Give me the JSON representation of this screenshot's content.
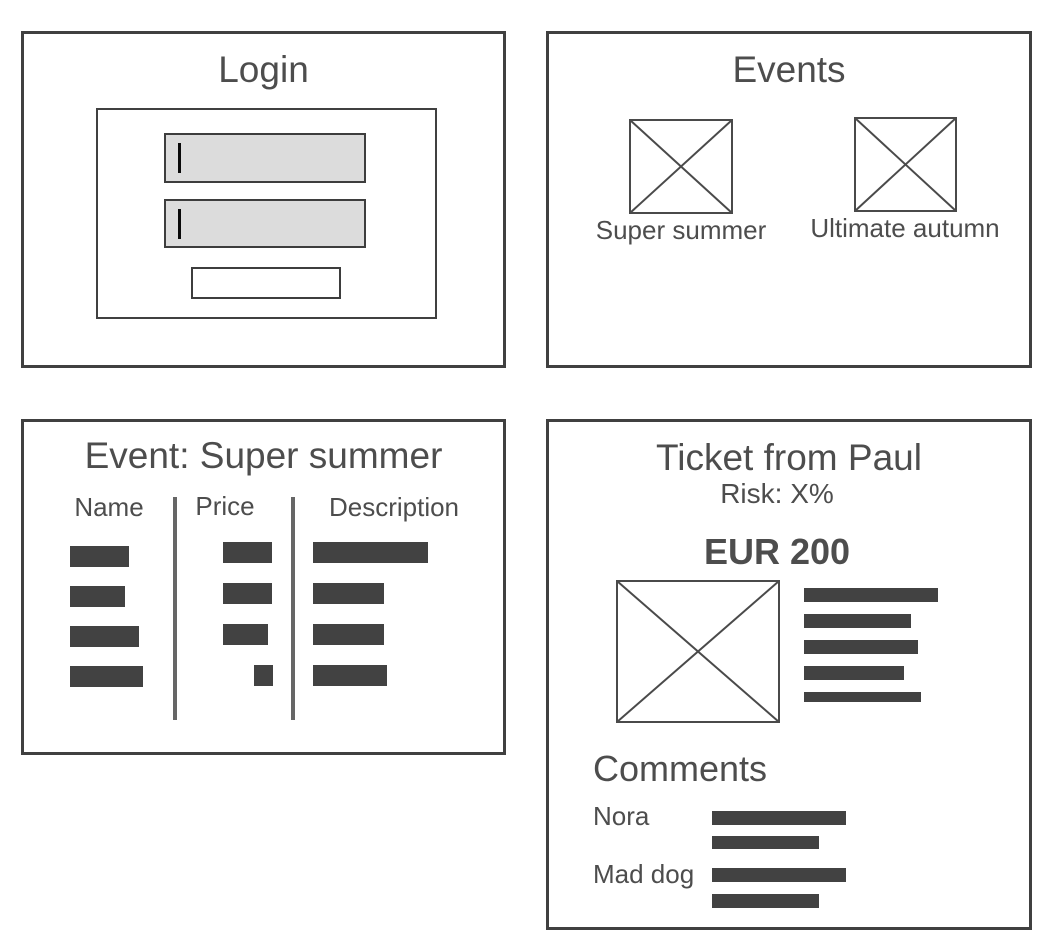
{
  "colors": {
    "border": "#404040",
    "bar_fill": "#424242",
    "text": "#4d4d4d",
    "input_fill": "#dcdcdc",
    "divider": "#666666",
    "background": "#ffffff"
  },
  "login": {
    "title": "Login",
    "username_value": "",
    "username_placeholder": "",
    "password_value": "",
    "password_placeholder": "",
    "button_label": ""
  },
  "events": {
    "title": "Events",
    "items": [
      {
        "label": "Super summer",
        "image": "image-placeholder"
      },
      {
        "label": "Ultimate autumn",
        "image": "image-placeholder"
      }
    ]
  },
  "event_detail": {
    "title": "Event: Super summer",
    "columns": [
      {
        "header": "Name",
        "bars": [
          {
            "w": 59,
            "h": 21
          },
          {
            "w": 55,
            "h": 21
          },
          {
            "w": 69,
            "h": 21
          },
          {
            "w": 73,
            "h": 21
          }
        ]
      },
      {
        "header": "Price",
        "bars": [
          {
            "w": 49,
            "h": 21
          },
          {
            "w": 49,
            "h": 21
          },
          {
            "w": 45,
            "h": 21
          },
          {
            "w": 19,
            "h": 21,
            "align": "flex-end"
          }
        ]
      },
      {
        "header": "Description",
        "bars": [
          {
            "w": 115,
            "h": 21
          },
          {
            "w": 71,
            "h": 21
          },
          {
            "w": 71,
            "h": 21
          },
          {
            "w": 74,
            "h": 21
          }
        ]
      }
    ]
  },
  "ticket": {
    "title": "Ticket from Paul",
    "risk_label": "Risk: X%",
    "price_label": "EUR 200",
    "image": "image-placeholder",
    "description_bars": [
      {
        "w": 134,
        "h": 14
      },
      {
        "w": 107,
        "h": 14
      },
      {
        "w": 114,
        "h": 14
      },
      {
        "w": 100,
        "h": 14
      },
      {
        "w": 117,
        "h": 10
      }
    ],
    "comments": {
      "heading": "Comments",
      "items": [
        {
          "author": "Nora",
          "bars": [
            {
              "w": 134,
              "h": 14
            },
            {
              "w": 107,
              "h": 13
            }
          ]
        },
        {
          "author": "Mad dog",
          "bars": [
            {
              "w": 134,
              "h": 14
            },
            {
              "w": 107,
              "h": 14
            }
          ]
        }
      ]
    }
  }
}
